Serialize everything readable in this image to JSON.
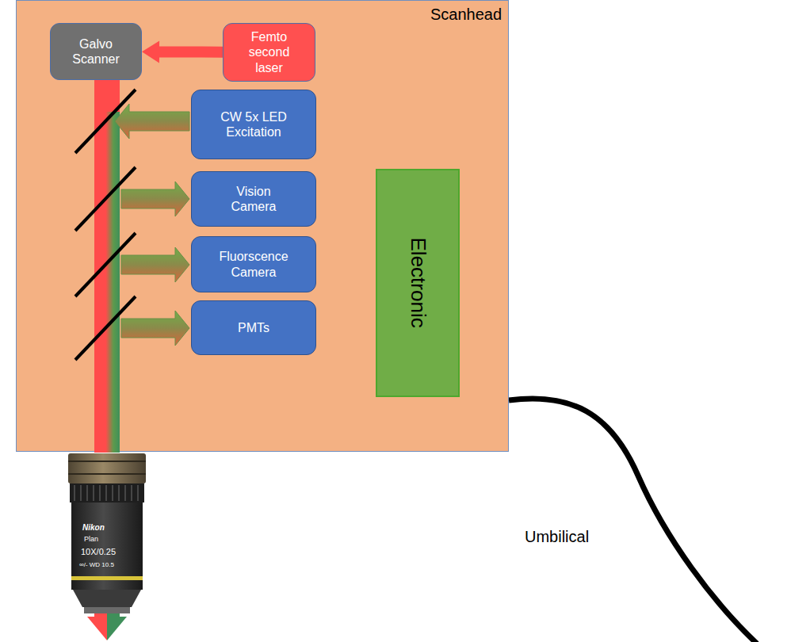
{
  "diagram": {
    "nodes": [
      {
        "text": [
          "Scanhead"
        ]
      },
      {
        "text": [
          "Galvo Scanner"
        ],
        "in": 0
      },
      {
        "text": [
          "Femto second laser"
        ],
        "in": 0
      },
      {
        "text": [
          "CW 5x LED Excitation"
        ],
        "in": 0
      },
      {
        "text": [
          "Vision Camera"
        ],
        "in": 0
      },
      {
        "text": [
          "Fluorscence Camera"
        ],
        "in": 0
      },
      {
        "text": [
          "PMTs"
        ],
        "in": 0
      },
      {
        "text": [
          "Electronic"
        ],
        "in": 0
      }
    ],
    "edges": [
      {
        "from": 2,
        "to": 1,
        "arrow": "to"
      }
    ],
    "labels": [
      "Umbilical",
      "Nikon",
      "Plan",
      "10X/0.25",
      "∞/- WD 10.5"
    ]
  }
}
